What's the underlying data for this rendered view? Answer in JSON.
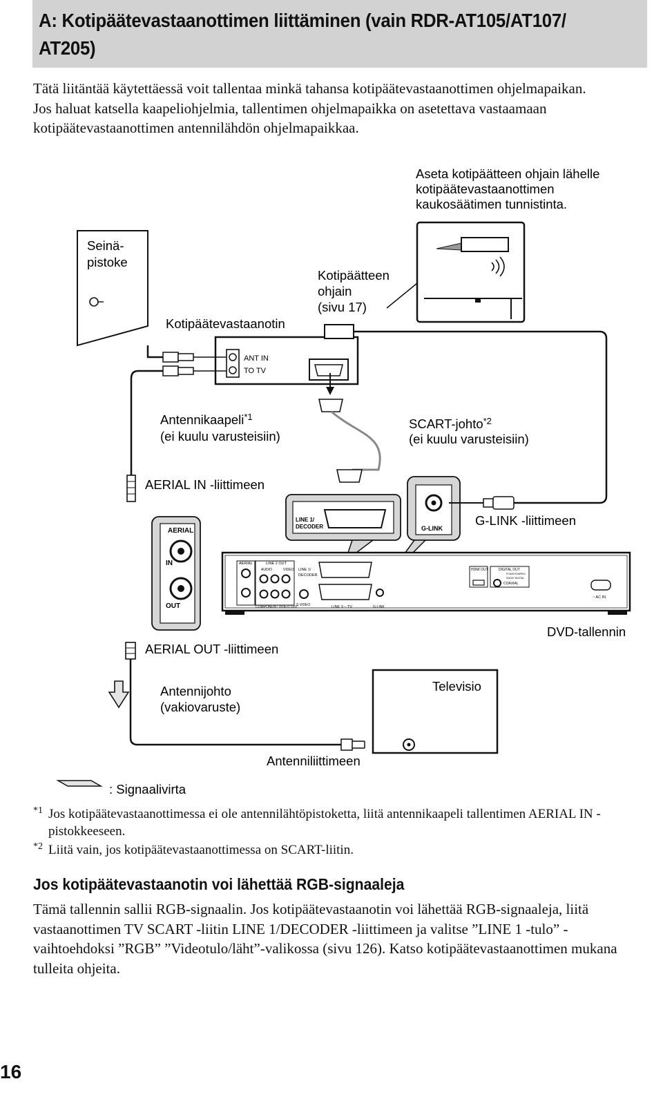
{
  "header": {
    "title": "A: Kotipäätevastaanottimen liittäminen (vain RDR-AT105/AT107/ AT205)"
  },
  "intro": {
    "paragraph1": "Tätä liitäntää käytettäessä voit tallentaa minkä tahansa kotipäätevastaanottimen ohjelmapaikan.",
    "paragraph2": "Jos haluat katsella kaapeliohjelmia, tallentimen ohjelmapaikka on asetettava vastaamaan kotipäätevastaanottimen antennilähdön ohjelmapaikkaa."
  },
  "diagram": {
    "remote_note": [
      "Aseta kotipäätteen ohjain lähelle",
      "kotipäätevastaanottimen",
      "kaukosäätimen tunnistinta."
    ],
    "wall_outlet": [
      "Seinä-",
      "pistoke"
    ],
    "set_top_box": "Kotipäätevastaanotin",
    "set_top_controller": [
      "Kotipäätteen",
      "ohjain",
      "(sivu 17)"
    ],
    "ant_in": "ANT IN",
    "to_tv": "TO TV",
    "antenna_cable": "Antennikaapeli",
    "antenna_cable_note": "*1",
    "antenna_cable_sub": "(ei kuulu varusteisiin)",
    "scart_cable": "SCART-johto",
    "scart_cable_note": "*2",
    "scart_cable_sub": "(ei kuulu varusteisiin)",
    "aerial_in_label": "AERIAL IN -liittimeen",
    "glink_label": "G-LINK -liittimeen",
    "aerial_out_label": "AERIAL OUT -liittimeen",
    "dvd_recorder": "DVD-tallennin",
    "antenna_lead": [
      "Antennijohto",
      "(vakiovaruste)"
    ],
    "television": "Televisio",
    "antenna_input": "Antenniliittimeen",
    "signal_flow": ": Signaalivirta",
    "panel_aerial": "AERIAL",
    "panel_in": "IN",
    "panel_out": "OUT",
    "panel_line1_decoder": [
      "LINE 1/",
      "DECODER"
    ],
    "panel_glink": "G-LINK",
    "rear_labels": {
      "aerial": "AERIAL",
      "line2_out": "LINE 2 OUT",
      "audio": "AUDIO",
      "video": "VIDEO",
      "line1_decoder": [
        "LINE 1/",
        "DECODER"
      ],
      "hdmi_out": "HDMI OUT",
      "digital_out": "DIGITAL OUT",
      "pcm": "PCM/DTS/MPEG/",
      "dolby": "DOLBY DIGITAL",
      "coaxial": "COAXIAL",
      "component": "COMPONENT VIDEO OUT",
      "svideo": "S VIDEO",
      "line3_tv": "LINE 3 – TV",
      "glink": "G-LINK",
      "ac_in": "~ AC IN"
    }
  },
  "footnotes": [
    {
      "mark": "*1",
      "text": "Jos kotipäätevastaanottimessa ei ole antennilähtöpistoketta, liitä antennikaapeli tallentimen AERIAL IN -pistokkeeseen."
    },
    {
      "mark": "*2",
      "text": "Liitä vain, jos kotipäätevastaanottimessa on SCART-liitin."
    }
  ],
  "section": {
    "heading": "Jos kotipäätevastaanotin voi lähettää RGB-signaaleja",
    "body": "Tämä tallennin sallii RGB-signaalin. Jos kotipäätevastaanotin voi lähettää RGB-signaaleja, liitä vastaanottimen TV SCART -liitin LINE 1/DECODER -liittimeen ja valitse ”LINE 1 -tulo” -vaihtoehdoksi ”RGB” ”Videotulo/läht”-valikossa (sivu 126). Katso kotipäätevastaanottimen mukana tulleita ohjeita."
  },
  "page_number": "16"
}
